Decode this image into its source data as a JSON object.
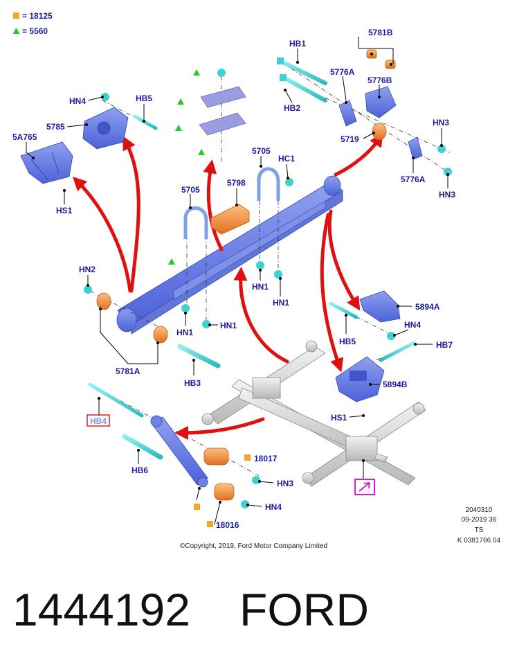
{
  "legend": [
    {
      "symbol": "square",
      "color": "#f5a623",
      "text": "= 18125"
    },
    {
      "symbol": "triangle",
      "color": "#22cc22",
      "text": "= 5560"
    }
  ],
  "colors": {
    "label": "#1a1aa0",
    "part_blue": "#5870e0",
    "part_cyan": "#40d0d0",
    "part_orange": "#f08a3a",
    "arrow_red": "#e01010",
    "highlight_box": "#e02020",
    "highlight_magenta": "#d020d0"
  },
  "labels": {
    "hb1": "HB1",
    "hb2": "HB2",
    "5781b": "5781B",
    "5776a_top": "5776A",
    "5776b": "5776B",
    "5719": "5719",
    "hn3_right": "HN3",
    "5776a_bot": "5776A",
    "hn3_right_bot": "HN3",
    "hn4_top": "HN4",
    "hb5_top": "HB5",
    "5785": "5785",
    "5a765": "5A765",
    "hs1_left": "HS1",
    "5705_mid": "5705",
    "hc1": "HC1",
    "5705_left": "5705",
    "5798": "5798",
    "hn1_a": "HN1",
    "hn1_b": "HN1",
    "hn2": "HN2",
    "hn1_c": "HN1",
    "hn1_d": "HN1",
    "5781a": "5781A",
    "hb3": "HB3",
    "5894a": "5894A",
    "hn4_right": "HN4",
    "hb5_right": "HB5",
    "hb7": "HB7",
    "5894b": "5894B",
    "hs1_right": "HS1",
    "hb4": "HB4",
    "hb6": "HB6",
    "18017": "18017",
    "hn3_bottom": "HN3",
    "hn4_bottom": "HN4",
    "18016": "18016"
  },
  "footer": {
    "copyright": "©Copyright, 2019, Ford Motor Company Limited",
    "meta": [
      "2040310",
      "09-2019 36",
      "TS",
      "K 0381766 04"
    ]
  },
  "caption": {
    "part_number": "1444192",
    "brand": "FORD"
  }
}
